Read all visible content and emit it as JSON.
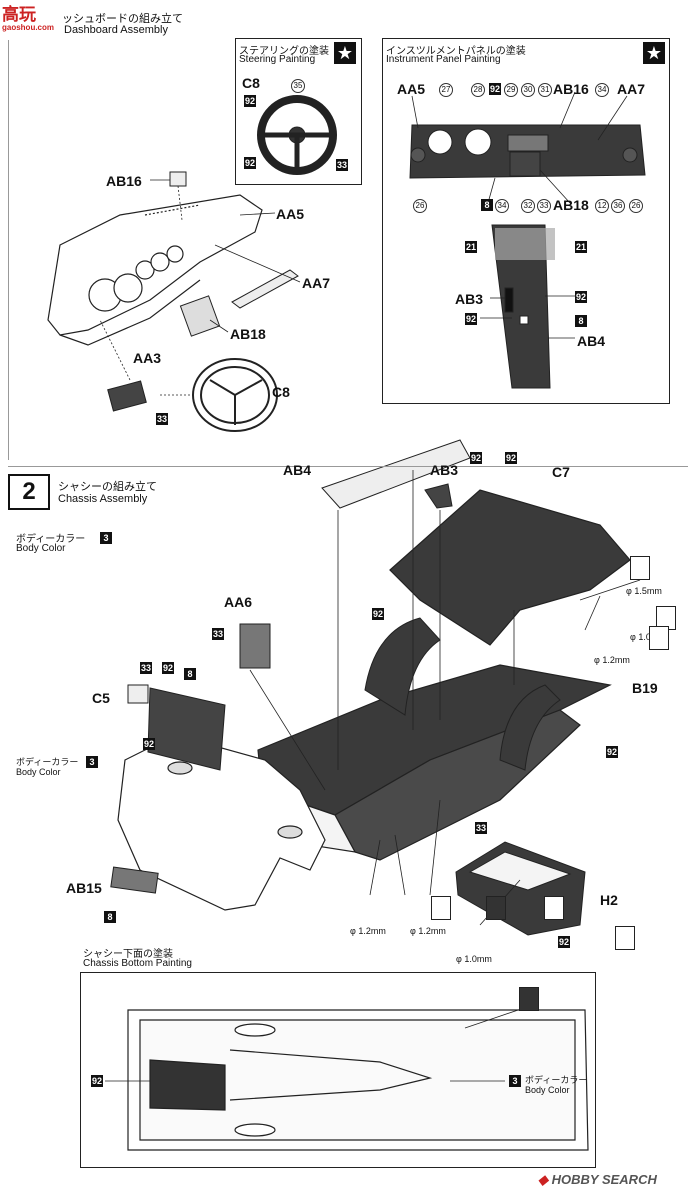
{
  "watermark": {
    "brand_top": "高玩",
    "brand_url": "gaoshou.com"
  },
  "section1": {
    "title_jp": "ッシュボードの組み立て",
    "title_en": "Dashboard Assembly",
    "labels": {
      "ab16": "AB16",
      "aa5": "AA5",
      "aa7": "AA7",
      "ab18": "AB18",
      "aa3": "AA3",
      "c8": "C8",
      "n33": "33"
    }
  },
  "steering_box": {
    "title_jp": "ステアリングの塗装",
    "title_en": "Steering Painting",
    "part": "C8",
    "codes": {
      "c35": "35",
      "c92a": "92",
      "c92b": "92",
      "c33": "33"
    }
  },
  "panel_box": {
    "title_jp": "インスツルメントパネルの塗装",
    "title_en": "Instrument Panel Painting",
    "labels": {
      "aa5": "AA5",
      "ab16": "AB16",
      "aa7": "AA7",
      "ab18": "AB18",
      "ab3": "AB3",
      "ab4": "AB4"
    },
    "top_codes": [
      "27",
      "28",
      "92",
      "29",
      "30",
      "31",
      "34"
    ],
    "bottom_codes": [
      "8",
      "34",
      "32",
      "33",
      "12",
      "36",
      "26"
    ],
    "left26": "26",
    "codes_mid": {
      "c21a": "21",
      "c21b": "21",
      "c92a": "92",
      "c92b": "92",
      "c8": "8"
    }
  },
  "section2": {
    "number": "2",
    "title_jp": "シャシーの組み立て",
    "title_en": "Chassis Assembly",
    "body_color_jp": "ボディーカラー",
    "body_color_en": "Body Color",
    "body_color_code": "3",
    "labels": {
      "ab4": "AB4",
      "ab3": "AB3",
      "c7": "C7",
      "aa6": "AA6",
      "c5": "C5",
      "b19": "B19",
      "ab15": "AB15",
      "h2": "H2"
    },
    "codes": {
      "c92_ab3": "92",
      "c92_c7": "92",
      "c33_aa6": "33",
      "c33_c5": "33",
      "c92_c5": "92",
      "c8_c5": "8",
      "c92_mid": "92",
      "c92_c5b": "92",
      "c3_body": "3",
      "c92_right": "92",
      "c33_floor": "33",
      "c8_ab15": "8",
      "c92_h2": "92"
    },
    "body_color2_jp": "ボディーカラー",
    "body_color2_en": "Body Color",
    "drills": {
      "d15": "φ 1.5mm",
      "d10a": "φ 1.0mm",
      "d12a": "φ 1.2mm",
      "d12b": "φ 1.2mm",
      "d12c": "φ 1.2mm",
      "d10b": "φ 1.0mm"
    }
  },
  "bottom_box": {
    "title_jp": "シャシー下面の塗装",
    "title_en": "Chassis Bottom Painting",
    "code_left": "92",
    "code_right": "3",
    "body_color_jp": "ボディーカラー",
    "body_color_en": "Body Color"
  },
  "footer": {
    "brand": "HOBBY SEARCH"
  },
  "colors": {
    "dark_part": "#3a3a3a",
    "light_part": "#f4f4f4",
    "code_fill": "#111111"
  }
}
